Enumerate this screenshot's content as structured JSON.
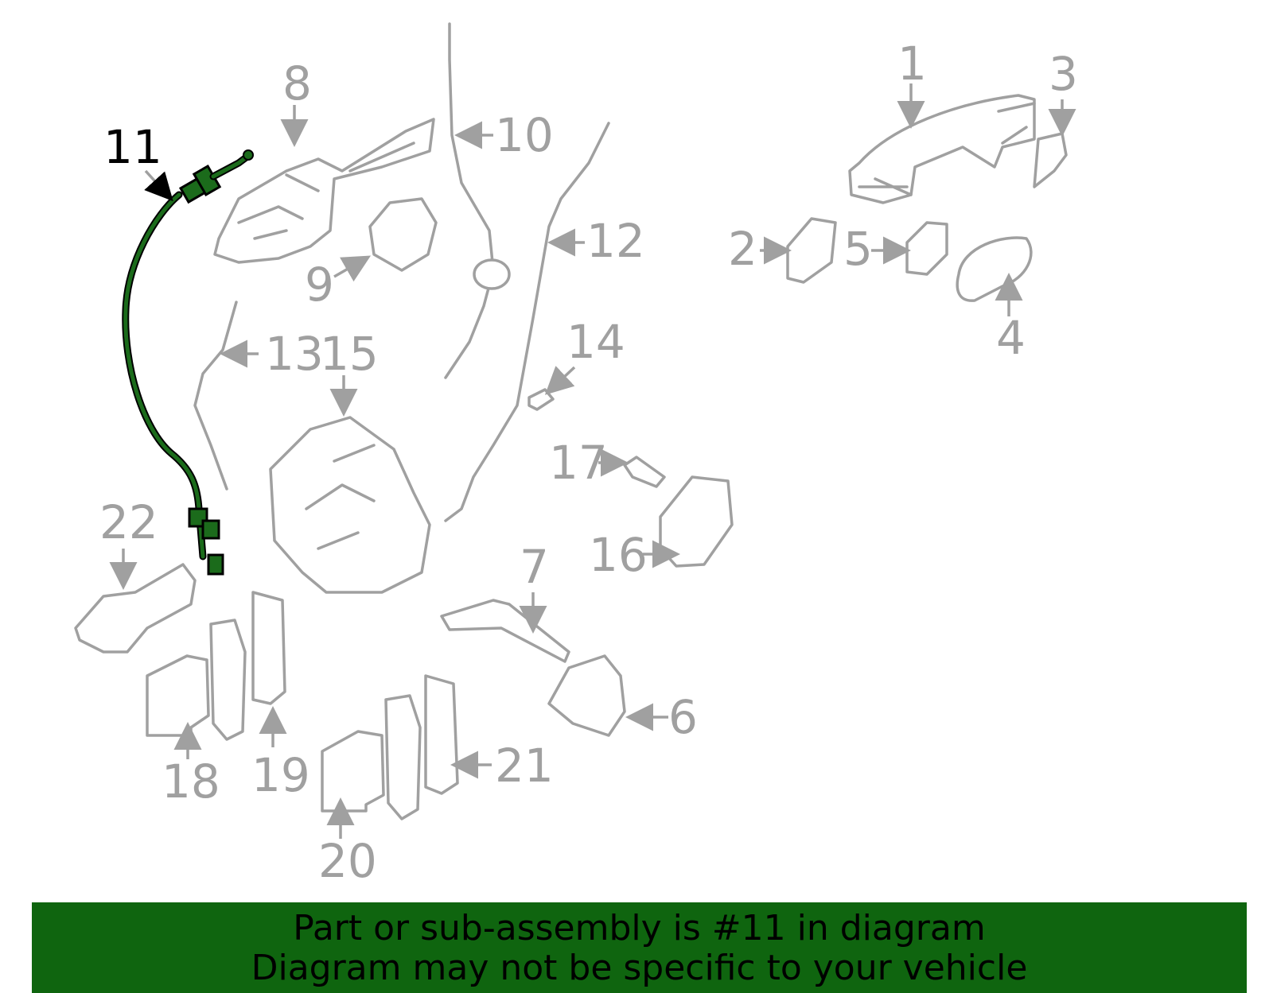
{
  "diagram": {
    "highlighted_part": "11",
    "callouts": [
      "1",
      "2",
      "3",
      "4",
      "5",
      "6",
      "7",
      "8",
      "9",
      "10",
      "11",
      "12",
      "13",
      "15",
      "14",
      "17",
      "16",
      "22",
      "18",
      "19",
      "20",
      "21"
    ]
  },
  "banner": {
    "line1": "Part or sub-assembly is #11 in diagram",
    "line2": "Diagram may not be specific to your vehicle"
  },
  "colors": {
    "highlight": "#1b6b1b",
    "banner_bg": "#0f650f",
    "part_stroke": "#a0a0a0"
  }
}
